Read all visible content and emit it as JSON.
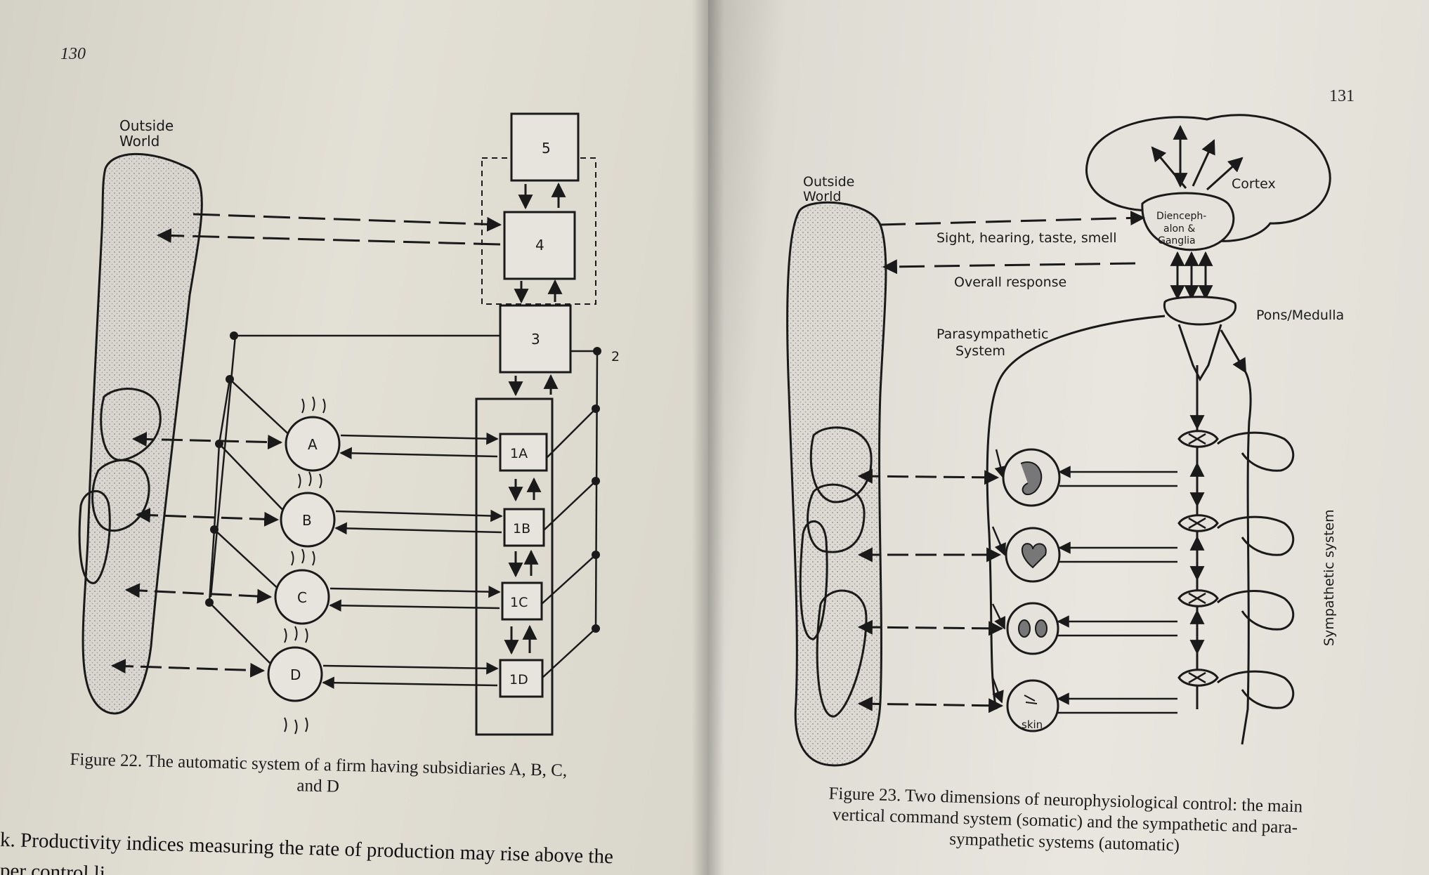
{
  "left_page": {
    "page_number": "130",
    "figure": {
      "outside_world_label": [
        "Outside",
        "World"
      ],
      "levels": [
        "5",
        "4",
        "3"
      ],
      "channel_label": "2",
      "subsidiaries": [
        "A",
        "B",
        "C",
        "D"
      ],
      "controls": [
        "1A",
        "1B",
        "1C",
        "1D"
      ]
    },
    "caption_line1": "Figure 22. The automatic system of a firm having subsidiaries A, B, C,",
    "caption_line2": "and D",
    "body_line1": "k. Productivity indices measuring the rate of production may rise above the",
    "body_line2": "per control li"
  },
  "right_page": {
    "page_number": "131",
    "figure": {
      "outside_world_label": [
        "Outside",
        "World"
      ],
      "cortex_label": "Cortex",
      "diencephalon_label": [
        "Dienceph-",
        "alon &",
        "Ganglia"
      ],
      "senses_label": "Sight, hearing, taste, smell",
      "response_label": "Overall response",
      "pons_label": "Pons/Medulla",
      "parasympathetic_label": [
        "Parasympathetic",
        "System"
      ],
      "skin_label": "skin",
      "sympathetic_label": "Sympathetic system"
    },
    "caption_line1": "Figure 23. Two dimensions of neurophysiological control: the main",
    "caption_line2": "vertical command system (somatic) and the sympathetic and para-",
    "caption_line3": "sympathetic systems (automatic)"
  }
}
